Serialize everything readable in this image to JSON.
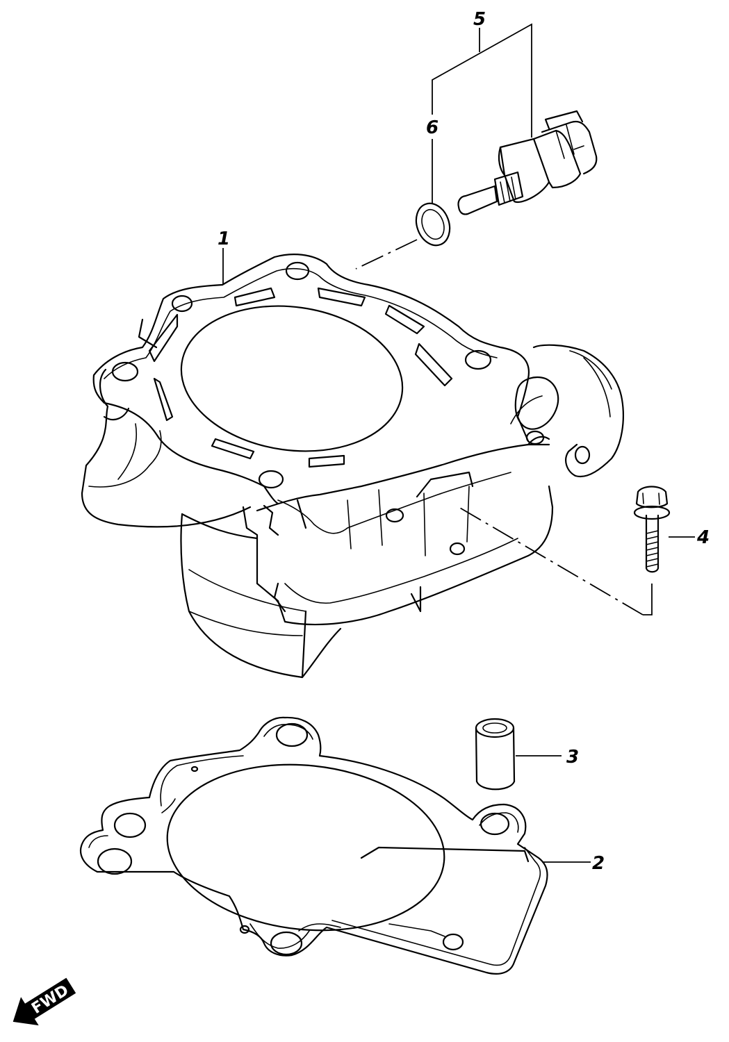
{
  "callouts": [
    {
      "id": "1",
      "label": "1"
    },
    {
      "id": "2",
      "label": "2"
    },
    {
      "id": "3",
      "label": "3"
    },
    {
      "id": "4",
      "label": "4"
    },
    {
      "id": "5",
      "label": "5"
    },
    {
      "id": "6",
      "label": "6"
    }
  ],
  "orientation": {
    "label": "FWD"
  },
  "icons": {
    "orientation": "fwd-arrow-icon"
  }
}
